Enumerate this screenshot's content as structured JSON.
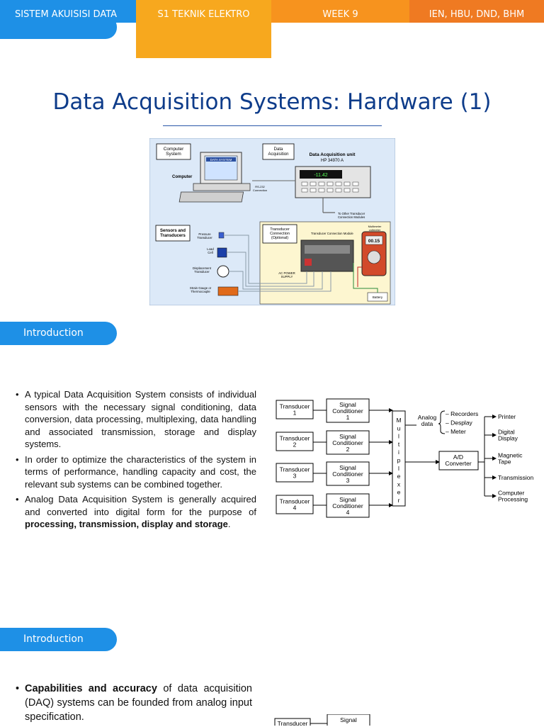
{
  "header": {
    "course": "SISTEM AKUISISI DATA",
    "program": "S1 TEKNIK ELEKTRO",
    "week": "WEEK 9",
    "authors": "IEN, HBU, DND, BHM",
    "colors": {
      "blue": "#1e90e6",
      "orange": "#f7931e",
      "gold": "#f7a81e",
      "deep_orange": "#ef7a22"
    }
  },
  "title": "Data Acquisition Systems: Hardware (1)",
  "figure1": {
    "computer_system": "Computer System",
    "computer": "Computer",
    "screen_text": "DATA SYSTEM",
    "data_acquisition": "Data Acquisition",
    "unit_title": "Data Acquisition unit",
    "unit_model": "HP 34970 A",
    "display_value": "-11.42",
    "rs232": "RS-232 Connection",
    "other_transducer": "To Other Transducer Connection Modules",
    "sensors": "Sensors and Transducers",
    "transducer_connection": "Transducer Connection (Optional)",
    "tcm": "Transducer Connection Module",
    "multimeter": "Multimeter voltmeter",
    "meter_value": "00.15",
    "pressure": "Pressure Transducer",
    "load_cell": "Load Cell",
    "displacement": "Displacement Transducer",
    "strain": "Strain Gauge or Thermocouple",
    "ac_power": "AC POWER SUPPLY",
    "battery": "Battery"
  },
  "section1": {
    "pill": "Introduction",
    "bullets": [
      "A typical Data Acquisition System consists of individual sensors with the necessary signal conditioning, data conversion, data processing, multiplexing, data handling and associated transmission, storage and display systems.",
      "In order to optimize the characteristics of the system in terms of performance, handling capacity and cost, the relevant sub systems can be combined together."
    ],
    "bullet3_pre": "Analog Data Acquisition System is generally acquired and converted into digital form for the purpose of ",
    "bullet3_bold": "processing, transmission, display and storage",
    "bullet3_post": "."
  },
  "figure2": {
    "transducers": [
      "Transducer 1",
      "Transducer 2",
      "Transducer 3",
      "Transducer 4"
    ],
    "conditioners": [
      "Signal Conditioner 1",
      "Signal Conditioner 2",
      "Signal Conditioner 3",
      "Signal Conditioner 4"
    ],
    "multiplexer": "Multiplexer",
    "analog_data": "Analog data",
    "analog_outputs": [
      "Recorders",
      "Desplay",
      "Meter"
    ],
    "ad_converter": "A/D Converter",
    "outputs": [
      "Printer",
      "Digital Display",
      "Magnetic Tape",
      "Transmission",
      "Computer Processing"
    ]
  },
  "section2": {
    "pill": "Introduction",
    "bullet_bold": "Capabilities and accuracy",
    "bullet_rest": " of data acquisition (DAQ) systems can be founded from analog input specification.",
    "partial_transducer": "Transducer",
    "partial_signal": "Signal"
  }
}
